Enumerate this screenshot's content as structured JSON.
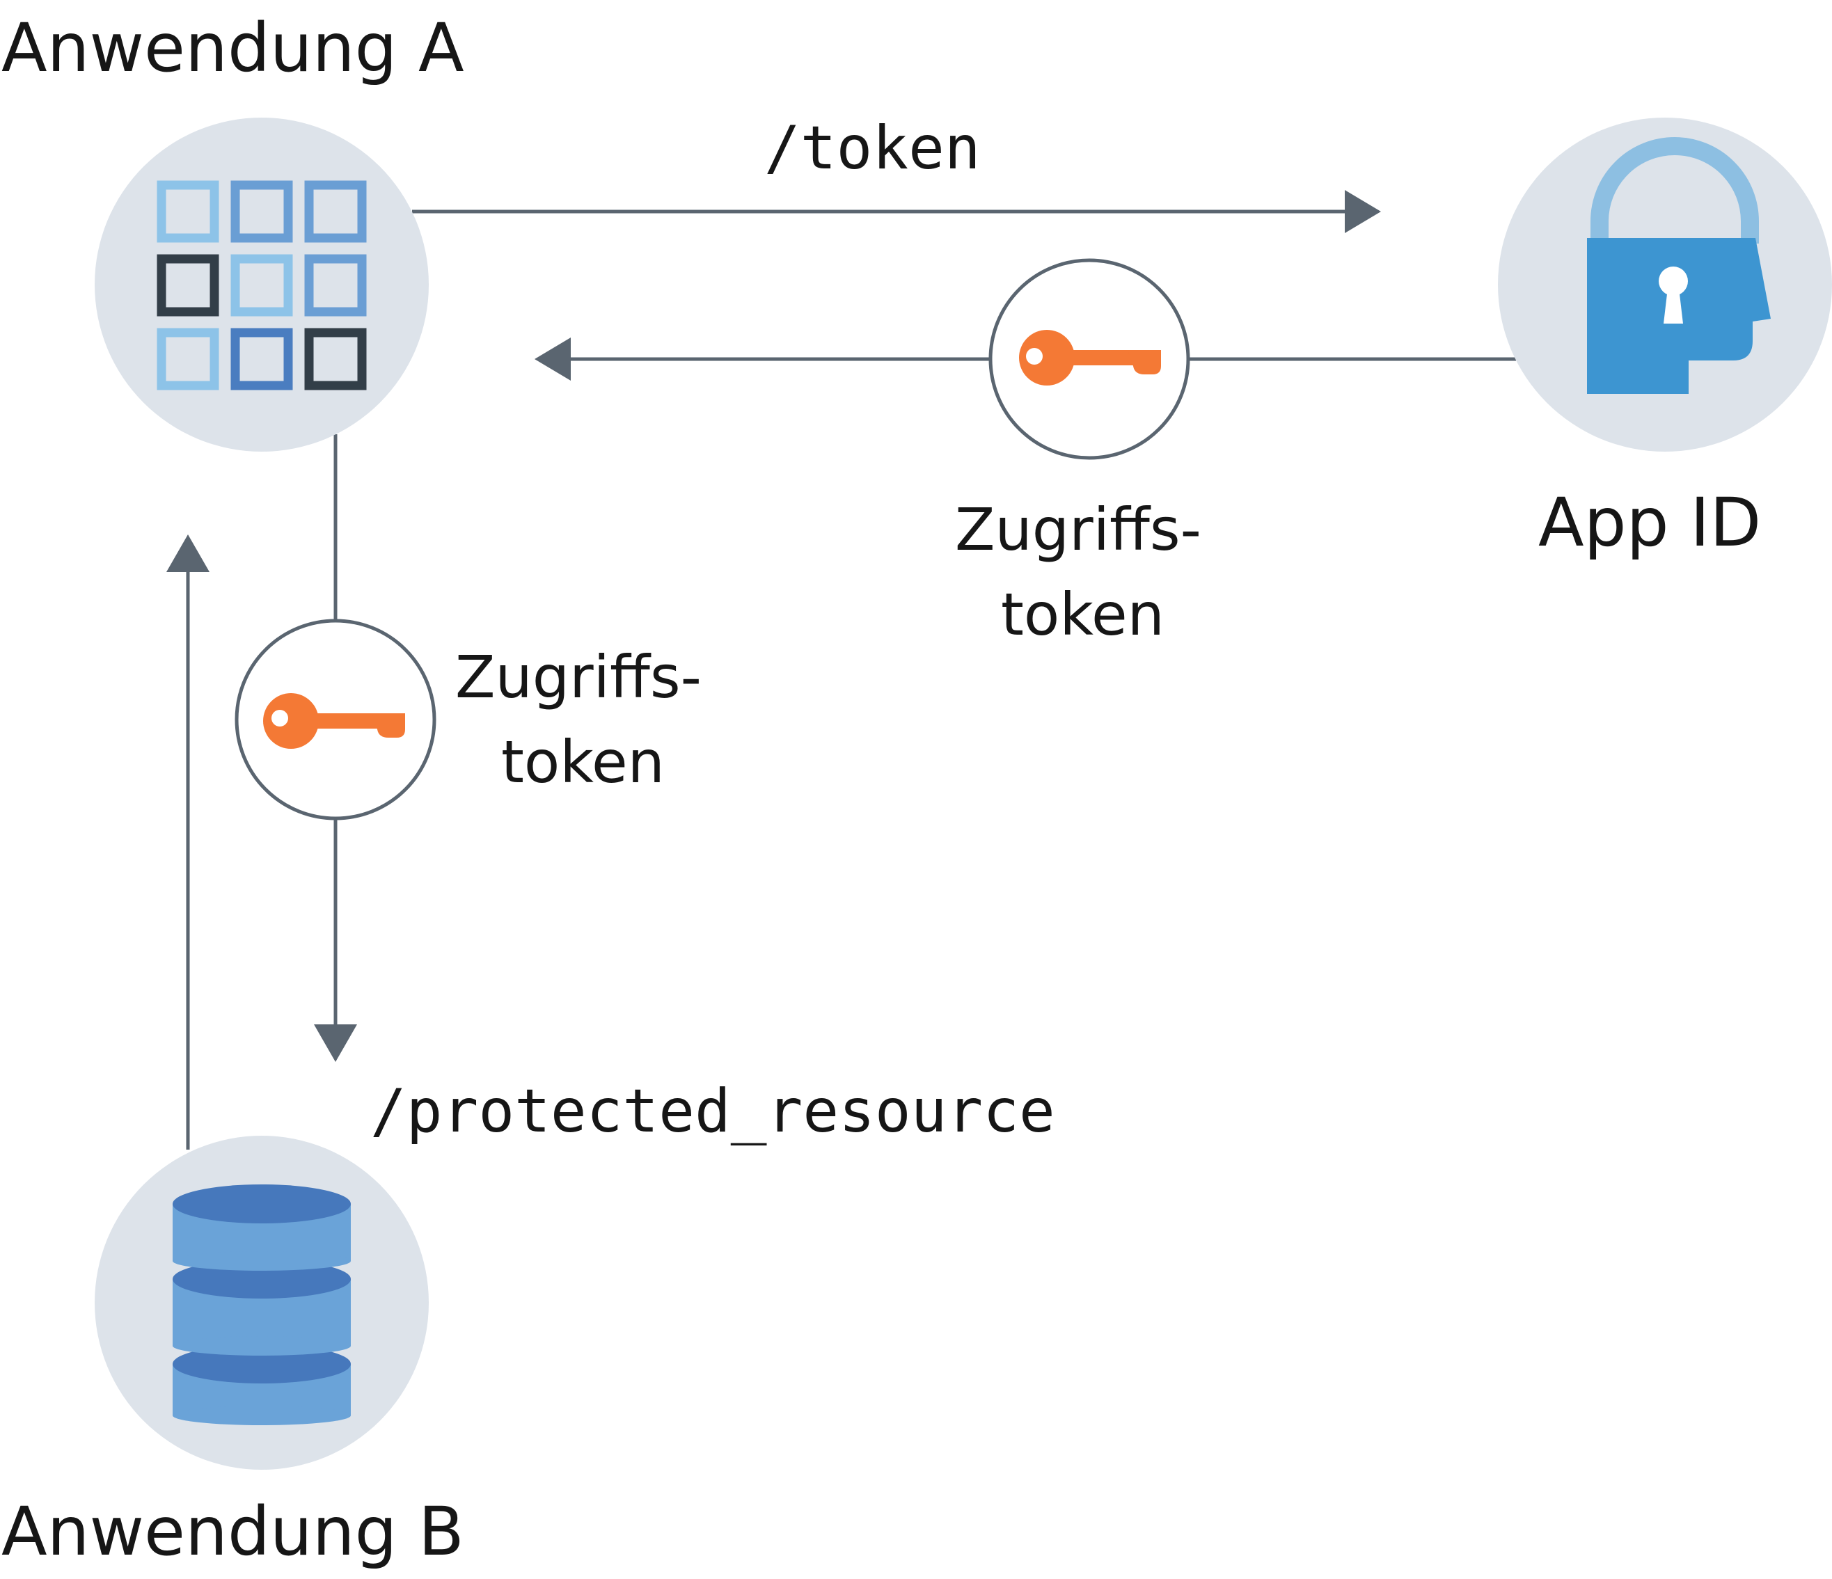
{
  "nodes": {
    "app_a": {
      "label": "Anwendung A",
      "icon": "grid-app-icon"
    },
    "app_id": {
      "label": "App ID",
      "icon": "lock-head-icon"
    },
    "app_b": {
      "label": "Anwendung B",
      "icon": "database-icon"
    }
  },
  "edges": {
    "token_request": {
      "label": "/token"
    },
    "token_response": {
      "label_line1": "Zugriffs-",
      "label_line2": "token",
      "icon": "key-icon"
    },
    "resource_request": {
      "label": "/protected_resource",
      "token_label_line1": "Zugriffs-",
      "token_label_line2": "token",
      "icon": "key-icon"
    }
  },
  "colors": {
    "node_bg": "#dde3ea",
    "line": "#5a6570",
    "key": "#f47935",
    "lock_body": "#3d95d1",
    "lock_shackle": "#8dbfe2",
    "db_light": "#6aa3d8",
    "db_dark": "#4678bc",
    "grid_light": "#8dc3e8",
    "grid_mid": "#6a9ed4",
    "grid_deep": "#4a7dc0",
    "grid_dark": "#323e48"
  }
}
